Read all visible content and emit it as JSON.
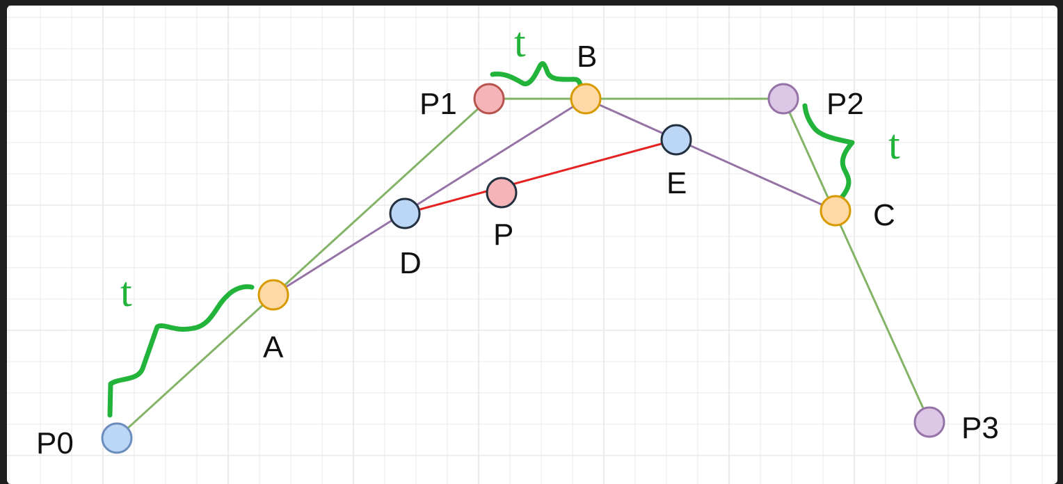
{
  "points": {
    "P0": {
      "label": "P0",
      "fill": "#bcd6f5",
      "stroke": "#6c8ebf"
    },
    "P1": {
      "label": "P1",
      "fill": "#f5b5b8",
      "stroke": "#b85450"
    },
    "P2": {
      "label": "P2",
      "fill": "#dcc8e6",
      "stroke": "#9673a6"
    },
    "P3": {
      "label": "P3",
      "fill": "#dcc8e6",
      "stroke": "#9673a6"
    },
    "A": {
      "label": "A",
      "fill": "#fdd9a8",
      "stroke": "#d79b00"
    },
    "B": {
      "label": "B",
      "fill": "#fdd9a8",
      "stroke": "#d79b00"
    },
    "C": {
      "label": "C",
      "fill": "#fdd9a8",
      "stroke": "#d79b00"
    },
    "D": {
      "label": "D",
      "fill": "#bcd6f5",
      "stroke": "#23303f"
    },
    "E": {
      "label": "E",
      "fill": "#bcd6f5",
      "stroke": "#23303f"
    },
    "P": {
      "label": "P",
      "fill": "#f5b5b8",
      "stroke": "#23303f"
    }
  },
  "annotations": {
    "t_label": "t",
    "color": "#22b33a"
  },
  "colors": {
    "control_polygon": "#82b366",
    "second_level": "#9673a6",
    "final_segment": "#e52222",
    "grid": "#e8e8e8",
    "background": "#ffffff"
  }
}
